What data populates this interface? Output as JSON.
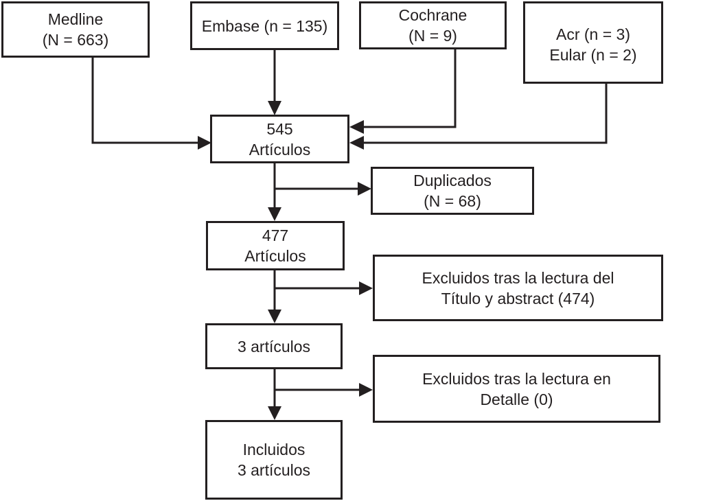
{
  "sources": {
    "medline": [
      "Medline",
      "(N = 663)"
    ],
    "embase": [
      "Embase (n = 135)"
    ],
    "cochrane": [
      "Cochrane",
      "(N = 9)"
    ],
    "acr_eular": [
      "Acr (n = 3)",
      "Eular (n = 2)"
    ]
  },
  "steps": {
    "combined": [
      "545",
      "Artículos"
    ],
    "duplicates": [
      "Duplicados",
      "(N = 68)"
    ],
    "after_duplicates": [
      "477",
      "Artículos"
    ],
    "excluded_title": [
      "Excluidos tras la lectura del",
      "Título y abstract (474)"
    ],
    "after_title": [
      "3 artículos"
    ],
    "excluded_detail": [
      "Excluidos tras la lectura en",
      "Detalle (0)"
    ],
    "included": [
      "Incluidos",
      "3 artículos"
    ]
  },
  "colors": {
    "line": "#231f20"
  }
}
